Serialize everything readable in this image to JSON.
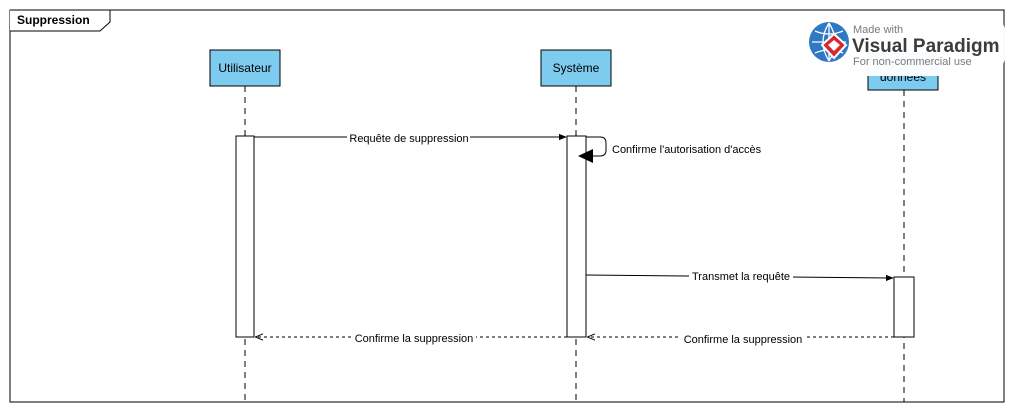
{
  "frame": {
    "title": "Suppression"
  },
  "lifelines": [
    {
      "name": "Utilisateur"
    },
    {
      "name": "Système"
    },
    {
      "name": "données"
    }
  ],
  "messages": [
    {
      "label": "Requête de suppression",
      "from": "Utilisateur",
      "to": "Système",
      "kind": "sync"
    },
    {
      "label": "Confirme l'autorisation d'accès",
      "from": "Système",
      "to": "Système",
      "kind": "self"
    },
    {
      "label": "Transmet la requête",
      "from": "Système",
      "to": "données",
      "kind": "sync"
    },
    {
      "label": "Confirme la suppression",
      "from": "données",
      "to": "Système",
      "kind": "return"
    },
    {
      "label": "Confirme la suppression",
      "from": "Système",
      "to": "Utilisateur",
      "kind": "return"
    }
  ],
  "watermark": {
    "made_with": "Made with",
    "brand": "Visual Paradigm",
    "note": "For non-commercial use"
  },
  "colors": {
    "lifeline_head": "#7ecbf0",
    "frame_stroke": "#000000",
    "logo_blue": "#2f78c4",
    "logo_red": "#d9262c"
  }
}
